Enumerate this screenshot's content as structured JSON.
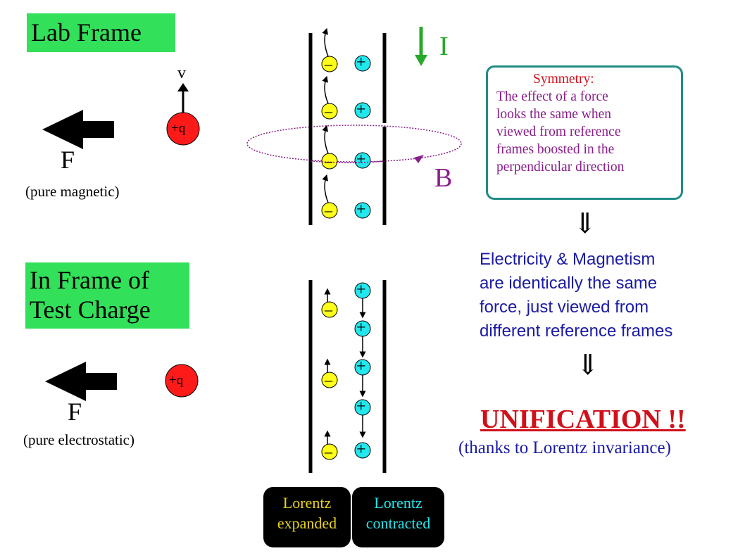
{
  "lab_frame": {
    "title": "Lab Frame",
    "velocity_label": "v",
    "charge_label": "+q",
    "force_label": "F",
    "force_note": "(pure magnetic)",
    "current_label": "I",
    "field_label": "B",
    "wire_electron_symbol": "–",
    "wire_ion_symbol": "+"
  },
  "test_frame": {
    "title_line1": "In Frame of",
    "title_line2": "Test Charge",
    "charge_label": "+q",
    "force_label": "F",
    "force_note": "(pure electrostatic)"
  },
  "symmetry_box": {
    "title": "Symmetry:",
    "lines": [
      "The effect of a force",
      "looks the same when",
      "viewed from reference",
      "frames boosted in the",
      "perpendicular direction"
    ]
  },
  "implies_symbol": "⇓",
  "conclusion": {
    "lines": [
      "Electricity & Magnetism",
      "are identically the same",
      "force, just viewed from",
      "different reference frames"
    ],
    "unification": "UNIFICATION !!",
    "thanks": "(thanks to Lorentz invariance)"
  },
  "lorentz_boxes": [
    {
      "line1": "Lorentz",
      "line2": "expanded",
      "color": "#e8d21c"
    },
    {
      "line1": "Lorentz",
      "line2": "contracted",
      "color": "#22e8ee"
    }
  ],
  "colors": {
    "green_box": "#33e05a",
    "electron": "#ffff1a",
    "ion": "#22e8ee",
    "test_charge": "#ff1a1a",
    "current_arrow": "#2aa82a",
    "field": "#8a1e8a",
    "unification": "#d0101a",
    "text_blue": "#1a1aa5"
  }
}
